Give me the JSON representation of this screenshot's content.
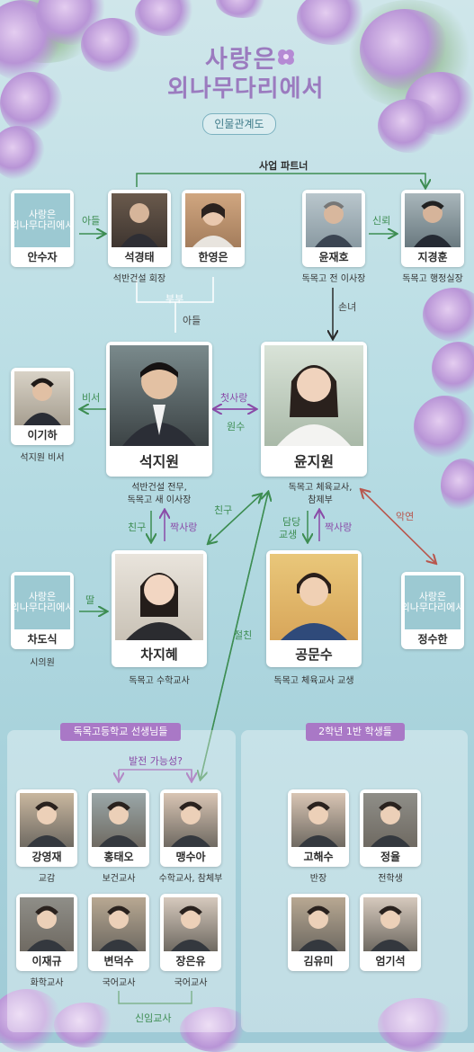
{
  "title": {
    "line1": "사랑은",
    "line2": "외나무다리에서",
    "subtitle": "인물관계도"
  },
  "logo_text": "사랑은\n외나무다리에서",
  "colors": {
    "green": "#3d8d52",
    "purple": "#8a4ba8",
    "red": "#b8574e",
    "pink": "#c07a70"
  },
  "characters": {
    "ansuja": {
      "name": "안수자"
    },
    "seokgyeongtae": {
      "name": "석경태",
      "desc": "석반건설 회장"
    },
    "hanyeongeun": {
      "name": "한영은"
    },
    "yunjaeho": {
      "name": "윤재호",
      "desc": "독목고 전 이사장"
    },
    "jigyeonghun": {
      "name": "지경훈",
      "desc": "독목고 행정실장"
    },
    "igiha": {
      "name": "이기하",
      "desc": "석지원 비서"
    },
    "seokjiwon": {
      "name": "석지원",
      "desc1": "석반건설 전무,",
      "desc2": "독목고 새 이사장"
    },
    "yunjiwon": {
      "name": "윤지원",
      "desc1": "독목고 체육교사,",
      "desc2": "참제부"
    },
    "chadosik": {
      "name": "차도식",
      "desc": "시의원"
    },
    "chajihye": {
      "name": "차지혜",
      "desc": "독목고 수학교사"
    },
    "gongmunsu": {
      "name": "공문수",
      "desc": "독목고 체육교사 교생"
    },
    "jeongsuhan": {
      "name": "정수한"
    }
  },
  "relations": {
    "partner": "사업 파트너",
    "son1": "아들",
    "trust": "신뢰",
    "couple": "부부",
    "son2": "아들",
    "granddaughter": "손녀",
    "secretary": "비서",
    "first_love": "첫사랑",
    "enemy": "원수",
    "friend1": "친구",
    "crush1": "짝사랑",
    "friend2": "친구",
    "charge1": "담당",
    "charge2": "교생",
    "crush2": "짝사랑",
    "bad_fate": "악연",
    "daughter": "딸",
    "best_friend": "절친",
    "potential": "발전 가능성?",
    "new_teacher": "신임교사"
  },
  "teachers": {
    "banner": "독목고등학교 선생님들",
    "items": [
      {
        "name": "강영재",
        "desc": "교감"
      },
      {
        "name": "홍태오",
        "desc": "보건교사"
      },
      {
        "name": "맹수아",
        "desc": "수학교사, 참체부"
      },
      {
        "name": "이재규",
        "desc": "화학교사"
      },
      {
        "name": "변덕수",
        "desc": "국어교사"
      },
      {
        "name": "장은유",
        "desc": "국어교사"
      }
    ]
  },
  "students": {
    "banner": "2학년 1반 학생들",
    "items": [
      {
        "name": "고해수",
        "desc": "반장"
      },
      {
        "name": "정율",
        "desc": "전학생"
      },
      {
        "name": "김유미",
        "desc": ""
      },
      {
        "name": "엄기석",
        "desc": ""
      }
    ]
  }
}
